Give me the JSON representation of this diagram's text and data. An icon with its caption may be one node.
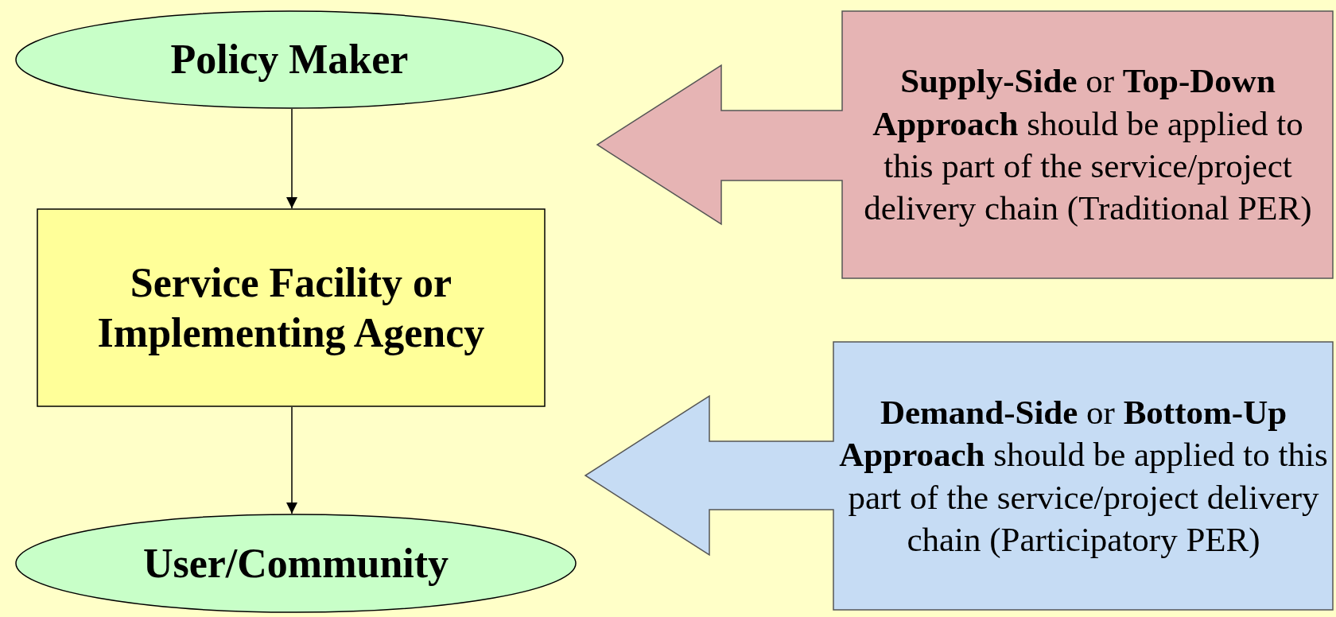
{
  "diagram": {
    "nodes": [
      {
        "text": [
          "Policy Maker"
        ]
      },
      {
        "text": [
          "Service Facility or Implementing Agency"
        ]
      },
      {
        "text": [
          "User/Community"
        ]
      },
      {
        "text": [
          "**Supply-Side** or **Top-Down Approach** should be applied to this part of the service/project delivery chain (Traditional PER)"
        ]
      },
      {
        "text": [
          "**Demand-Side** or **Bottom-Up Approach** should be applied to this part of the service/project delivery chain (Participatory PER)"
        ]
      }
    ],
    "edges": [
      {
        "from": 0,
        "to": 1,
        "arrow": "to"
      },
      {
        "from": 1,
        "to": 2,
        "arrow": "to"
      }
    ]
  }
}
